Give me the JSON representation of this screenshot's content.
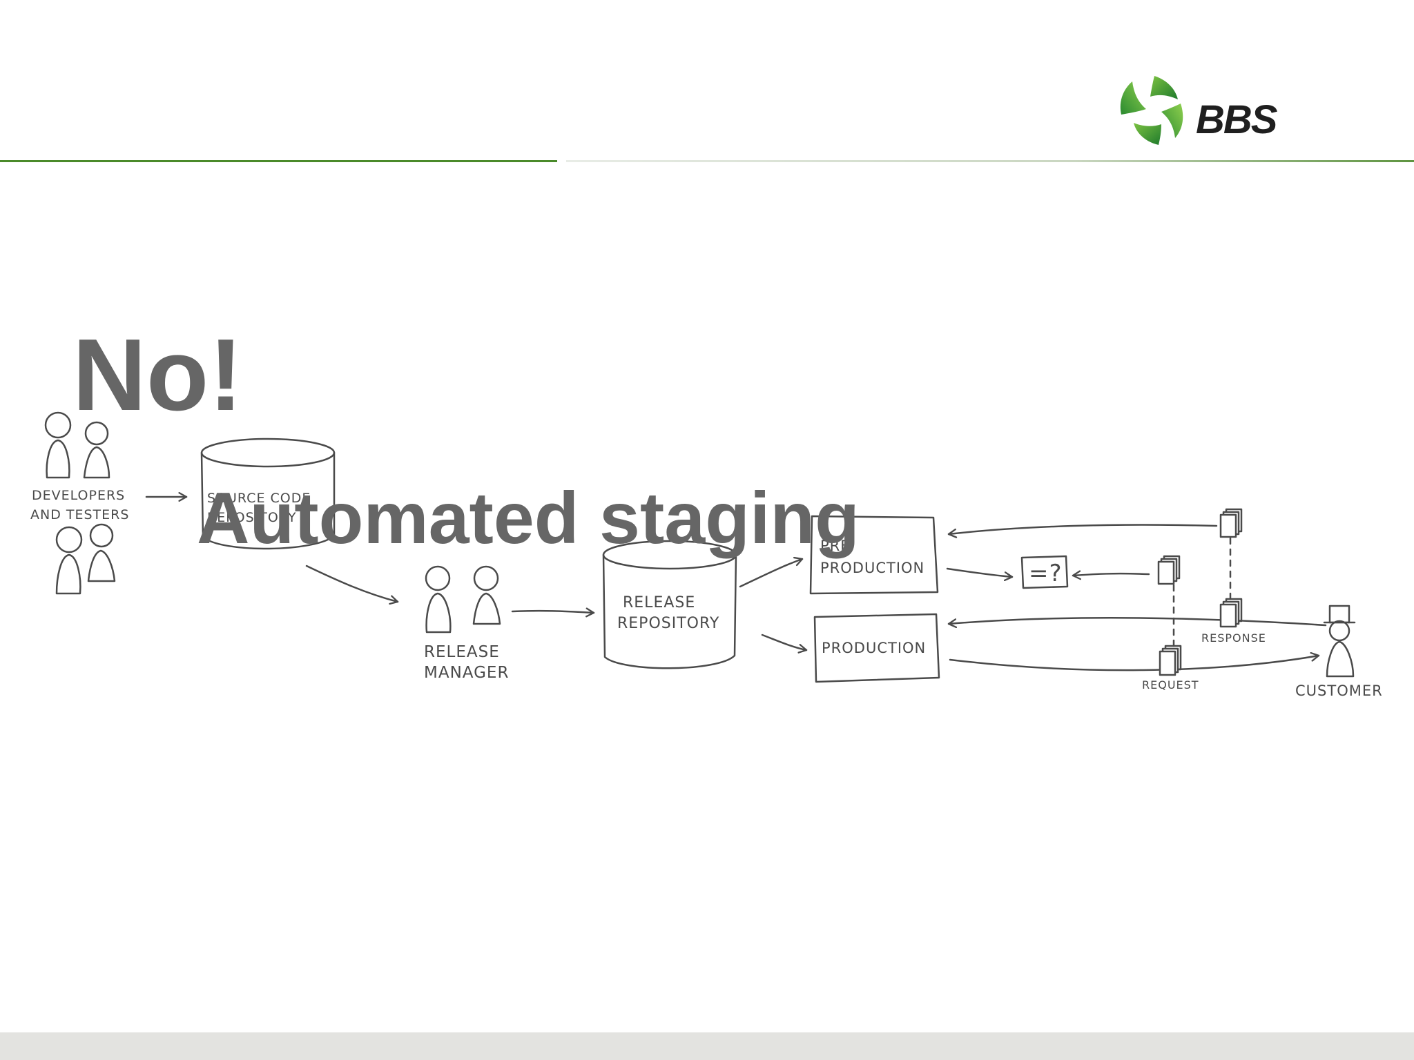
{
  "slide": {
    "title": "No!",
    "subtitle": "Automated staging"
  },
  "brand": {
    "logo_text": "BBS",
    "accent": "#4a8a2a",
    "footer_color": "#e3e3e0",
    "text_color": "#666666"
  },
  "diagram": {
    "developers_line1": "DEVELOPERS",
    "developers_line2": "AND TESTERS",
    "source_repo_line1": "SOURCE CODE",
    "source_repo_line2": "REPOSITORY",
    "release_manager_line1": "RELEASE",
    "release_manager_line2": "MANAGER",
    "release_repo_line1": "RELEASE",
    "release_repo_line2": "REPOSITORY",
    "preproduction_line1": "PRE",
    "preproduction_line2": "PRODUCTION",
    "production": "PRODUCTION",
    "compare": "=?",
    "response": "RESPONSE",
    "request": "REQUEST",
    "customer": "CUSTOMER"
  }
}
